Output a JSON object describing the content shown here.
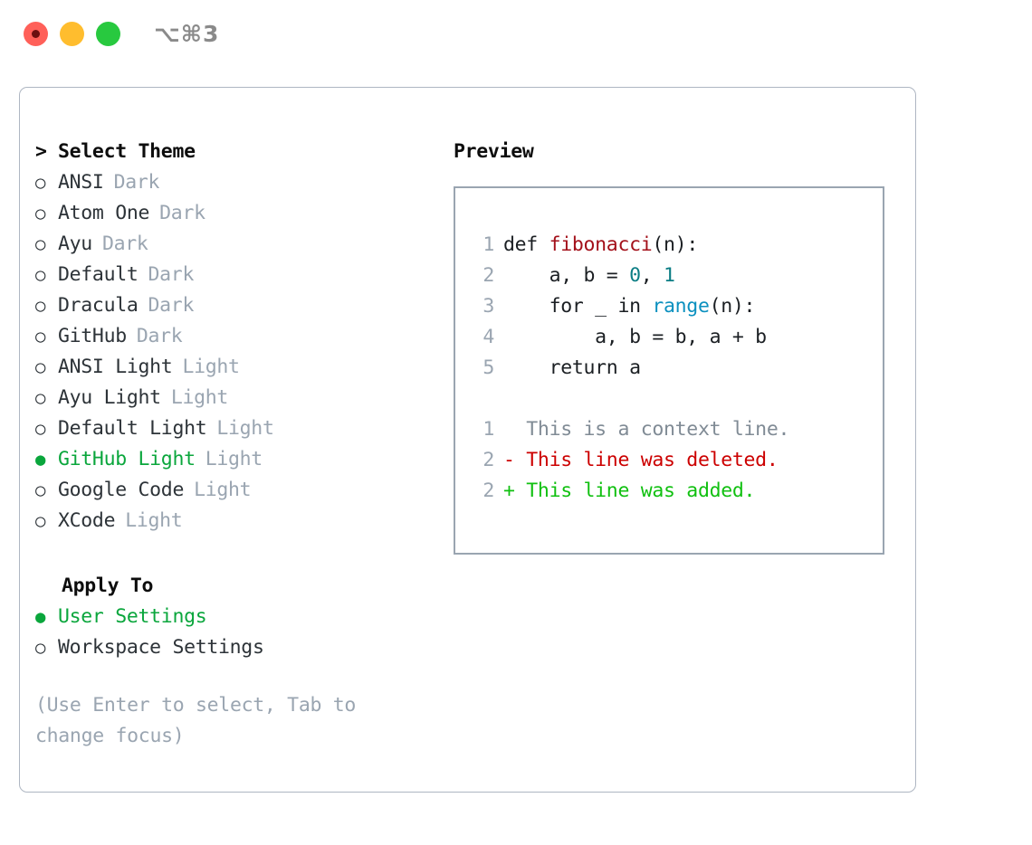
{
  "window": {
    "title": "⌥⌘3",
    "controls": [
      {
        "name": "close",
        "color": "#ff6059"
      },
      {
        "name": "minimize",
        "color": "#ffbd2e"
      },
      {
        "name": "maximize",
        "color": "#28c93f"
      }
    ]
  },
  "theme_selector": {
    "header": "Select Theme",
    "caret": ">",
    "bullet_selected": "●",
    "bullet_unselected": "○",
    "options": [
      {
        "label": "ANSI",
        "tag": "Dark",
        "selected": false
      },
      {
        "label": "Atom One",
        "tag": "Dark",
        "selected": false
      },
      {
        "label": "Ayu",
        "tag": "Dark",
        "selected": false
      },
      {
        "label": "Default",
        "tag": "Dark",
        "selected": false
      },
      {
        "label": "Dracula",
        "tag": "Dark",
        "selected": false
      },
      {
        "label": "GitHub",
        "tag": "Dark",
        "selected": false
      },
      {
        "label": "ANSI Light",
        "tag": "Light",
        "selected": false
      },
      {
        "label": "Ayu Light",
        "tag": "Light",
        "selected": false
      },
      {
        "label": "Default Light",
        "tag": "Light",
        "selected": false
      },
      {
        "label": "GitHub Light",
        "tag": "Light",
        "selected": true
      },
      {
        "label": "Google Code",
        "tag": "Light",
        "selected": false
      },
      {
        "label": "XCode",
        "tag": "Light",
        "selected": false
      }
    ]
  },
  "apply_to": {
    "header": "Apply To",
    "options": [
      {
        "label": "User Settings",
        "selected": true
      },
      {
        "label": "Workspace Settings",
        "selected": false
      }
    ]
  },
  "hint": {
    "line1": "(Use Enter to select, Tab to",
    "line2": "change focus)"
  },
  "preview": {
    "title": "Preview",
    "code_lines": [
      {
        "num": "1",
        "tokens": [
          {
            "t": "def ",
            "c": "plain"
          },
          {
            "t": "fibonacci",
            "c": "fn"
          },
          {
            "t": "(n):",
            "c": "plain"
          }
        ]
      },
      {
        "num": "2",
        "tokens": [
          {
            "t": "    a, b = ",
            "c": "plain"
          },
          {
            "t": "0",
            "c": "num"
          },
          {
            "t": ", ",
            "c": "plain"
          },
          {
            "t": "1",
            "c": "num"
          }
        ]
      },
      {
        "num": "3",
        "tokens": [
          {
            "t": "    for _ in ",
            "c": "plain"
          },
          {
            "t": "range",
            "c": "kw"
          },
          {
            "t": "(n):",
            "c": "plain"
          }
        ]
      },
      {
        "num": "4",
        "tokens": [
          {
            "t": "        a, b = b, a + b",
            "c": "plain"
          }
        ]
      },
      {
        "num": "5",
        "tokens": [
          {
            "t": "    return a",
            "c": "plain"
          }
        ]
      }
    ],
    "diff_lines": [
      {
        "num": "1",
        "marker": "  ",
        "text": "This is a context line.",
        "kind": "ctx"
      },
      {
        "num": "2",
        "marker": "- ",
        "text": "This line was deleted.",
        "kind": "del"
      },
      {
        "num": "2",
        "marker": "+ ",
        "text": "This line was added.",
        "kind": "add"
      }
    ]
  },
  "colors": {
    "accent_green": "#0aa63c",
    "diff_add": "#10c010",
    "diff_del": "#cc0000",
    "muted": "#9aa5b1",
    "border": "#aeb6c2"
  }
}
